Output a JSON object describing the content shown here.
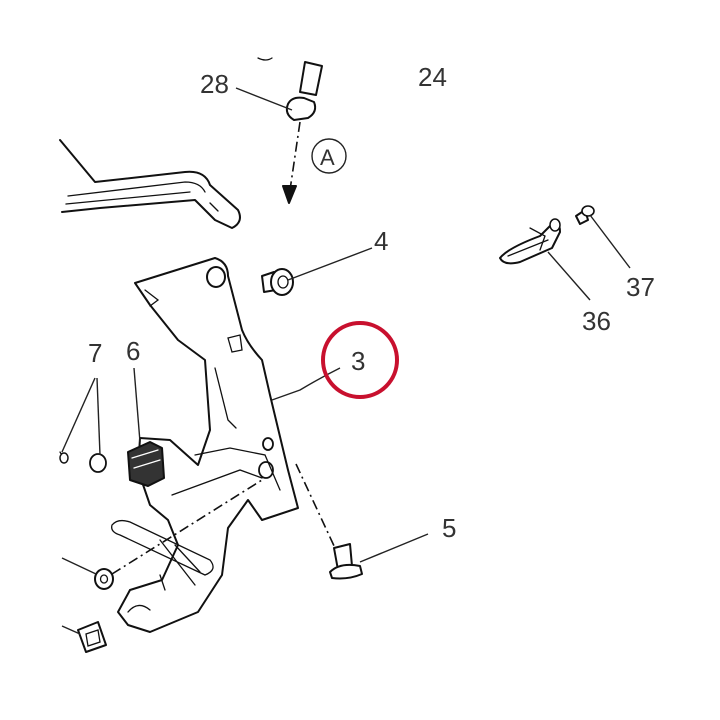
{
  "callouts": {
    "c28": "28",
    "c24": "24",
    "cA": "A",
    "c4": "4",
    "c37": "37",
    "c36": "36",
    "c3": "3",
    "c7": "7",
    "c6": "6",
    "c5": "5"
  },
  "colors": {
    "highlight": "#c8102e",
    "line": "#111111",
    "text": "#333333"
  },
  "highlighted_callout": "3"
}
